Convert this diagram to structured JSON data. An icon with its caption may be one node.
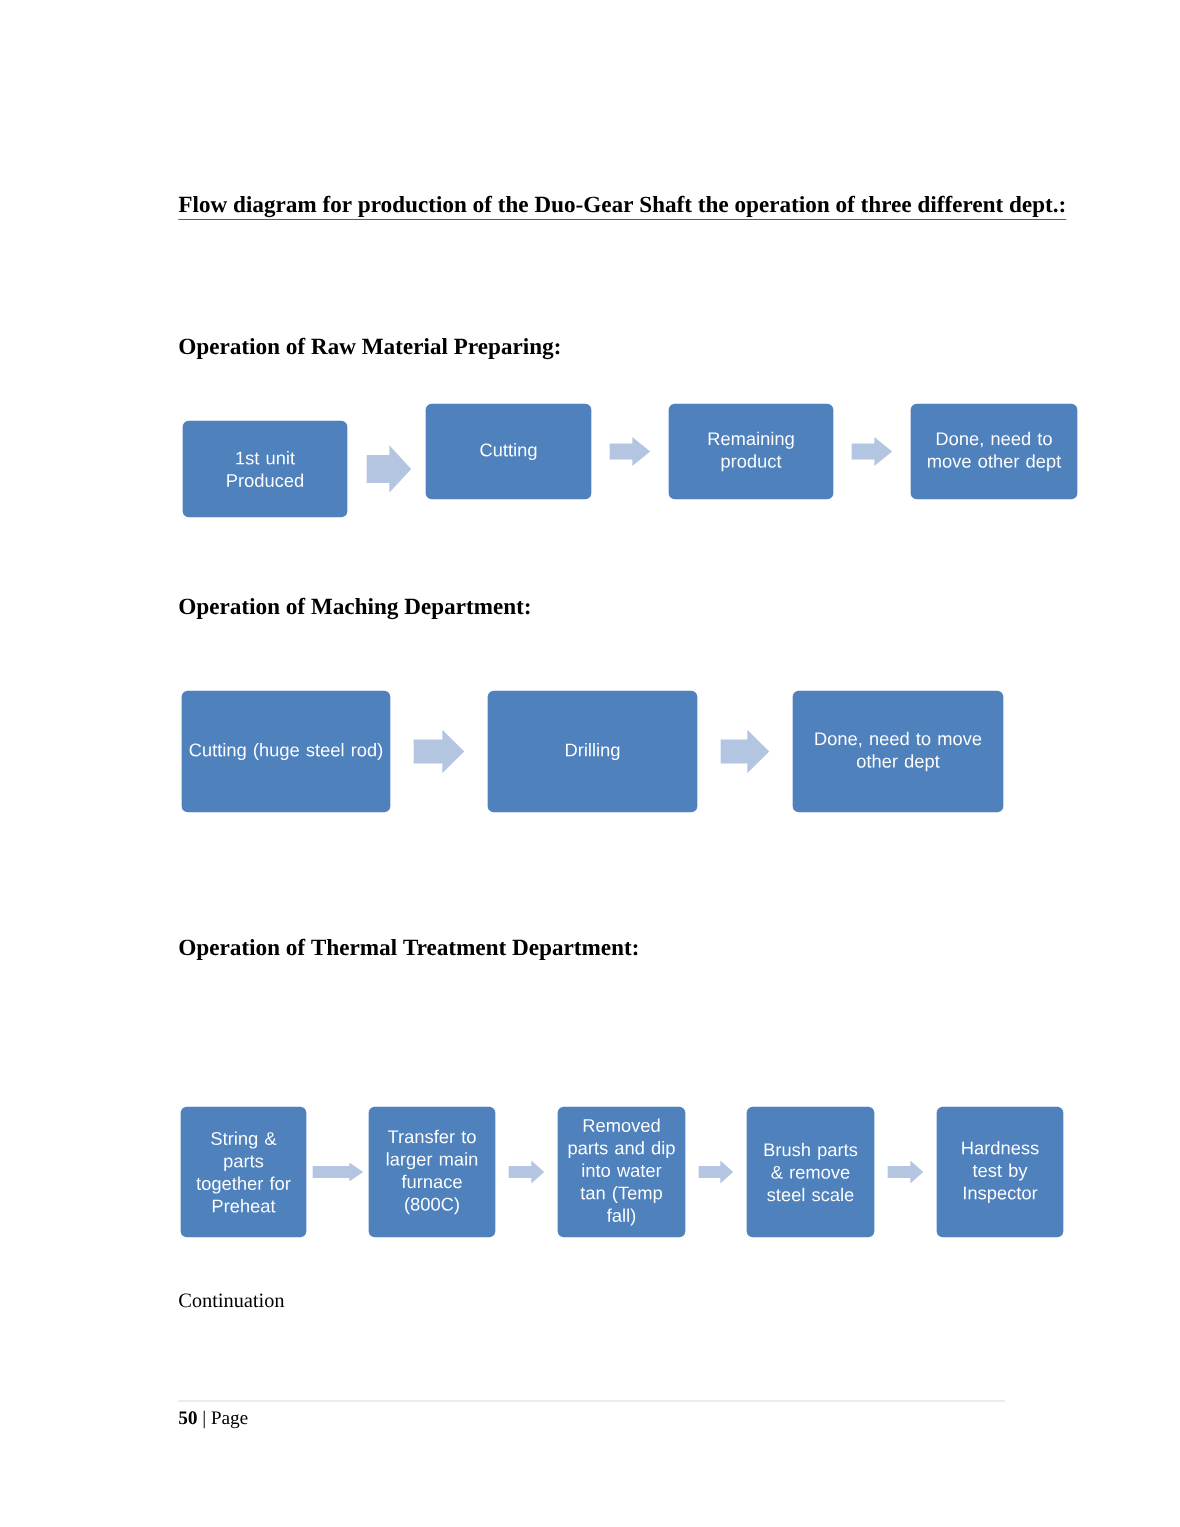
{
  "diagram": {
    "title": "Flow diagram for production of the Duo-Gear Shaft the operation of three different dept.:",
    "nodes": [
      {
        "text": [
          "1st unit Produced"
        ]
      },
      {
        "text": [
          "Cutting"
        ]
      },
      {
        "text": [
          "Remaining product"
        ]
      },
      {
        "text": [
          "Done, need to move other dept"
        ]
      },
      {
        "text": [
          "Cutting (huge steel rod)"
        ]
      },
      {
        "text": [
          "Drilling"
        ]
      },
      {
        "text": [
          "Done, need to move other dept"
        ]
      },
      {
        "text": [
          "String & parts together for Preheat"
        ]
      },
      {
        "text": [
          "Transfer to larger main furnace (800C)"
        ]
      },
      {
        "text": [
          "Removed parts and dip into water tan (Temp fall)"
        ]
      },
      {
        "text": [
          "Brush parts & remove steel scale"
        ]
      },
      {
        "text": [
          "Hardness test by Inspector"
        ]
      }
    ],
    "edges": [
      {
        "from": 0,
        "to": 1,
        "arrow": "to"
      },
      {
        "from": 1,
        "to": 2,
        "arrow": "to"
      },
      {
        "from": 2,
        "to": 3,
        "arrow": "to"
      },
      {
        "from": 4,
        "to": 5,
        "arrow": "to"
      },
      {
        "from": 5,
        "to": 6,
        "arrow": "to"
      },
      {
        "from": 7,
        "to": 8,
        "arrow": "to"
      },
      {
        "from": 8,
        "to": 9,
        "arrow": "to"
      },
      {
        "from": 9,
        "to": 10,
        "arrow": "to"
      },
      {
        "from": 10,
        "to": 11,
        "arrow": "to"
      }
    ],
    "labels": [
      "Operation of Raw Material Preparing:",
      "Operation of Maching Department:",
      "Operation of Thermal Treatment Department:",
      "Continuation",
      "**50** | Page"
    ]
  }
}
